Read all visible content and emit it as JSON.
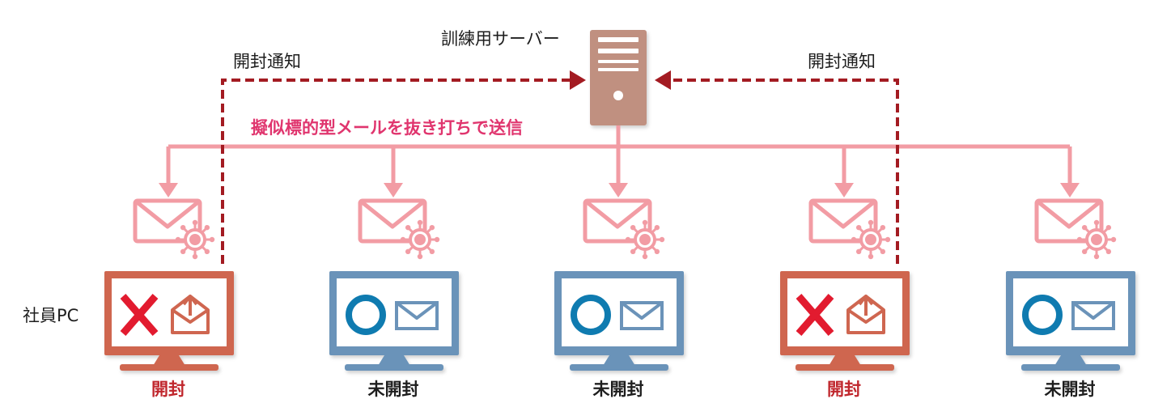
{
  "server": {
    "label": "訓練用サーバー",
    "icon": "server-tower-icon"
  },
  "notifications": {
    "left_label": "開封通知",
    "right_label": "開封通知"
  },
  "distribution": {
    "label": "擬似標的型メールを抜き打ちで送信"
  },
  "employee_pc_label": "社員PC",
  "pcs": [
    {
      "status": "開封",
      "result_icon": "x-mark-icon",
      "mail_icon": "open-envelope-upload-icon",
      "opened": true
    },
    {
      "status": "未開封",
      "result_icon": "circle-icon",
      "mail_icon": "closed-envelope-icon",
      "opened": false
    },
    {
      "status": "未開封",
      "result_icon": "circle-icon",
      "mail_icon": "closed-envelope-icon",
      "opened": false
    },
    {
      "status": "開封",
      "result_icon": "x-mark-icon",
      "mail_icon": "open-envelope-upload-icon",
      "opened": true
    },
    {
      "status": "未開封",
      "result_icon": "circle-icon",
      "mail_icon": "closed-envelope-icon",
      "opened": false
    }
  ],
  "colors": {
    "distribution_line": "#f29ca4",
    "notification_line": "#a31b22",
    "opened_monitor": "#cf6650",
    "unopened_monitor": "#6b93b9",
    "opened_text": "#c0272d",
    "send_text": "#e0356e",
    "x_mark": "#e21b2f",
    "circle_mark": "#0f7bb0",
    "server_body": "#c09080"
  }
}
